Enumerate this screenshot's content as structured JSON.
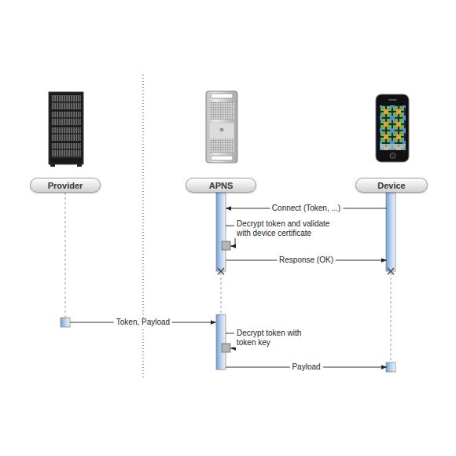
{
  "diagram": {
    "nodes": [
      {
        "text": [
          "Provider"
        ]
      },
      {
        "text": [
          "APNS"
        ]
      },
      {
        "text": [
          "Device"
        ]
      }
    ],
    "edges": [
      {
        "from": 2,
        "to": 1,
        "arrow": "to",
        "label": "Connect (Token, ...)"
      },
      {
        "from": 1,
        "to": 1,
        "arrow": "to",
        "label": "Decrypt token and validate with device certificate"
      },
      {
        "from": 1,
        "to": 2,
        "arrow": "to",
        "label": "Response (OK)"
      },
      {
        "from": 0,
        "to": 1,
        "arrow": "to",
        "label": "Token, Payload"
      },
      {
        "from": 1,
        "to": 1,
        "arrow": "to",
        "label": "Decrypt token with token key"
      },
      {
        "from": 1,
        "to": 2,
        "arrow": "to",
        "label": "Payload"
      }
    ]
  }
}
